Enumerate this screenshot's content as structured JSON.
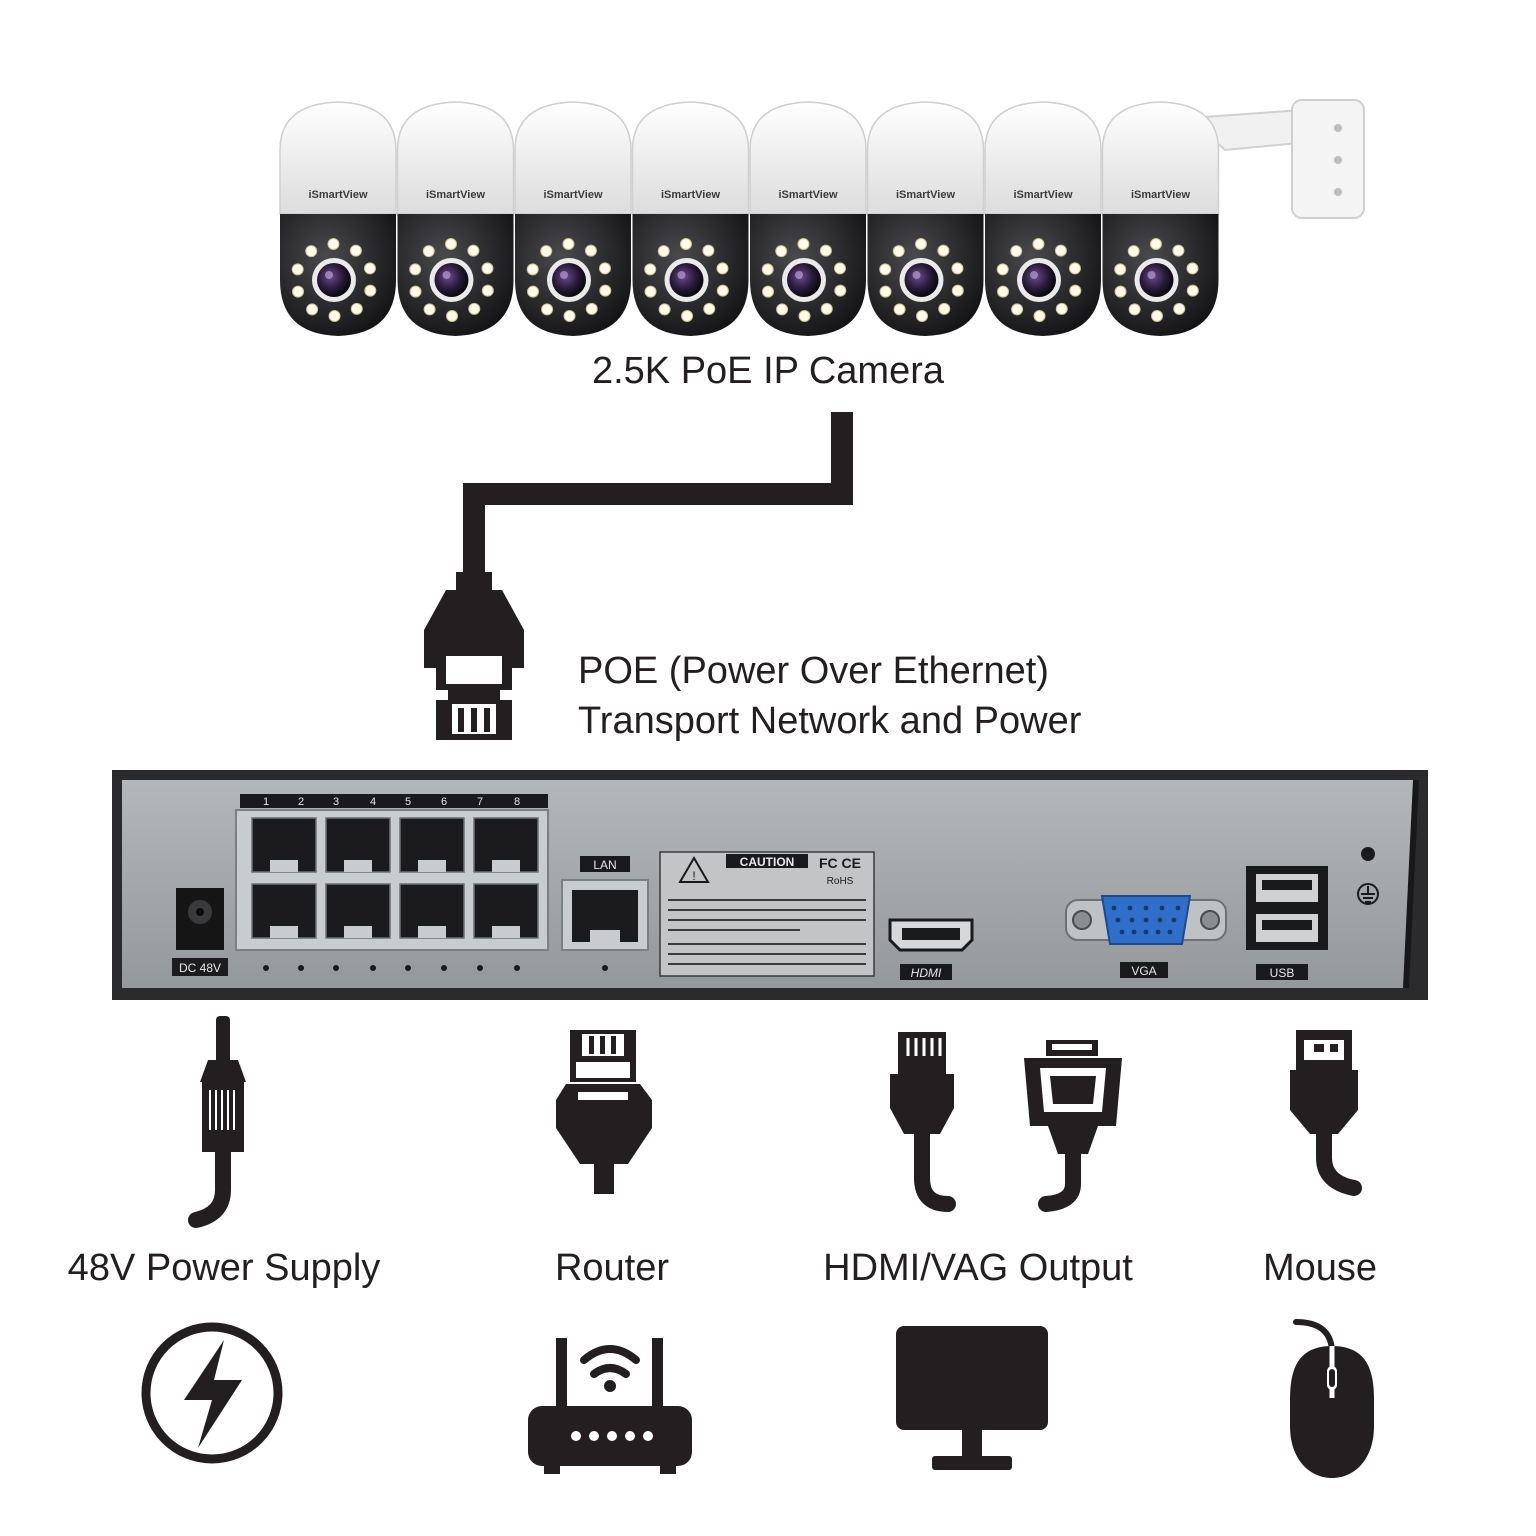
{
  "camera": {
    "brand": "iSmartView",
    "count": 8,
    "caption": "2.5K PoE IP Camera"
  },
  "poe_note": {
    "line1": "POE (Power Over Ethernet)",
    "line2": "Transport Network and Power"
  },
  "nvr": {
    "port_numbers": [
      "1",
      "2",
      "3",
      "4",
      "5",
      "6",
      "7",
      "8"
    ],
    "lan_label": "LAN",
    "dc_label": "DC 48V",
    "caution_title": "CAUTION",
    "cert_marks": "FC CE",
    "rohs": "RoHS",
    "hdmi_label": "HDMI",
    "vga_label": "VGA",
    "usb_label": "USB"
  },
  "connections": [
    {
      "label": "48V Power Supply",
      "icon": "lightning-bolt-icon"
    },
    {
      "label": "Router",
      "icon": "router-icon"
    },
    {
      "label": "HDMI/VAG Output",
      "icon": "monitor-icon"
    },
    {
      "label": "Mouse",
      "icon": "mouse-icon"
    }
  ],
  "colors": {
    "ink": "#231f20",
    "nvr_panel": "#a3a6a9",
    "nvr_frame": "#2b2b2d",
    "vga_blue": "#2f6fc9",
    "camera_white": "#f3f3f3",
    "camera_dark": "#2a2a2c"
  }
}
